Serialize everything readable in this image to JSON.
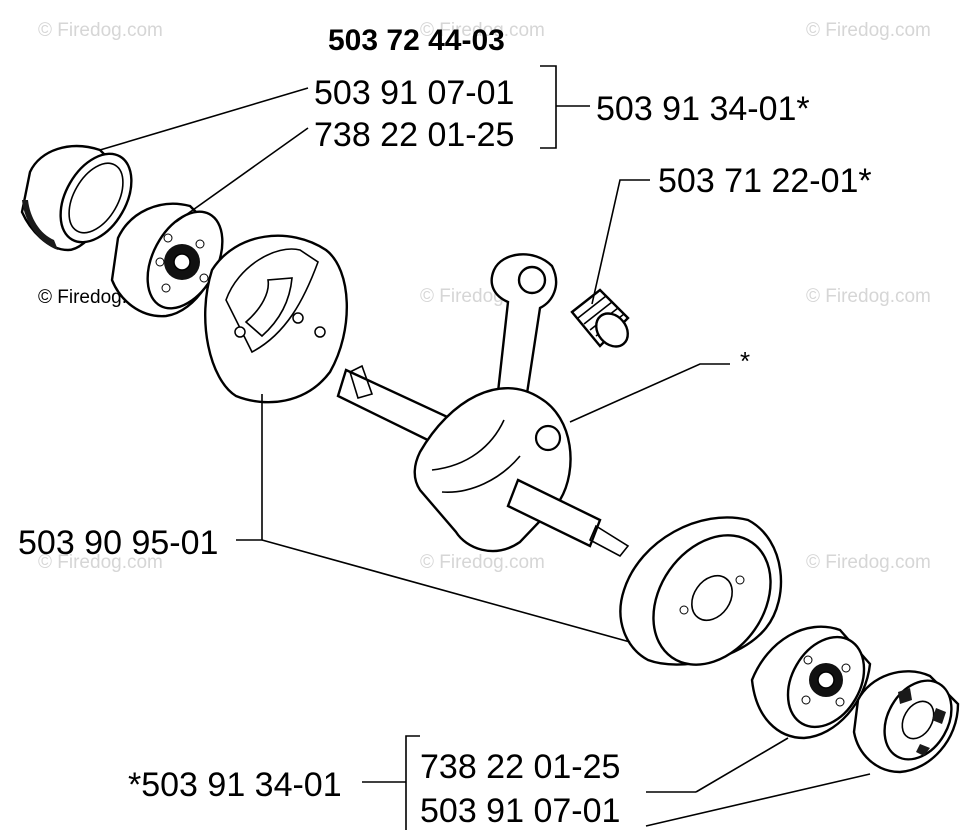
{
  "assembly_number": "503 72 44-03",
  "labels": {
    "seal_top": "503 91 07-01",
    "bearing_top": "738 22 01-25",
    "kit_top": "503 91 34-01*",
    "needle_bearing": "503 71 22-01*",
    "crank_asterisk": "*",
    "crank_half": "503 90 95-01",
    "kit_bottom": "*503 91 34-01",
    "bearing_bottom": "738 22 01-25",
    "seal_bottom": "503 91 07-01"
  },
  "watermark": "© Firedog.com"
}
